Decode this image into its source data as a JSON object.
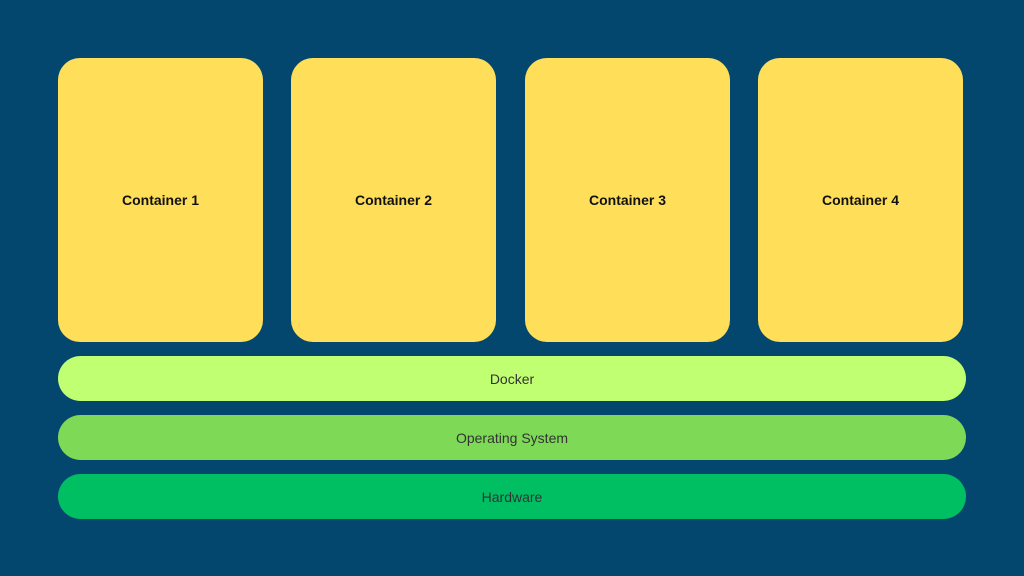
{
  "colors": {
    "background": "#03476f",
    "container": "#ffde59",
    "docker": "#c1ff72",
    "operating_system": "#7ed957",
    "hardware": "#00bf63"
  },
  "containers": [
    {
      "label": "Container 1"
    },
    {
      "label": "Container 2"
    },
    {
      "label": "Container 3"
    },
    {
      "label": "Container 4"
    }
  ],
  "layers": {
    "docker": "Docker",
    "operating_system": "Operating System",
    "hardware": "Hardware"
  }
}
